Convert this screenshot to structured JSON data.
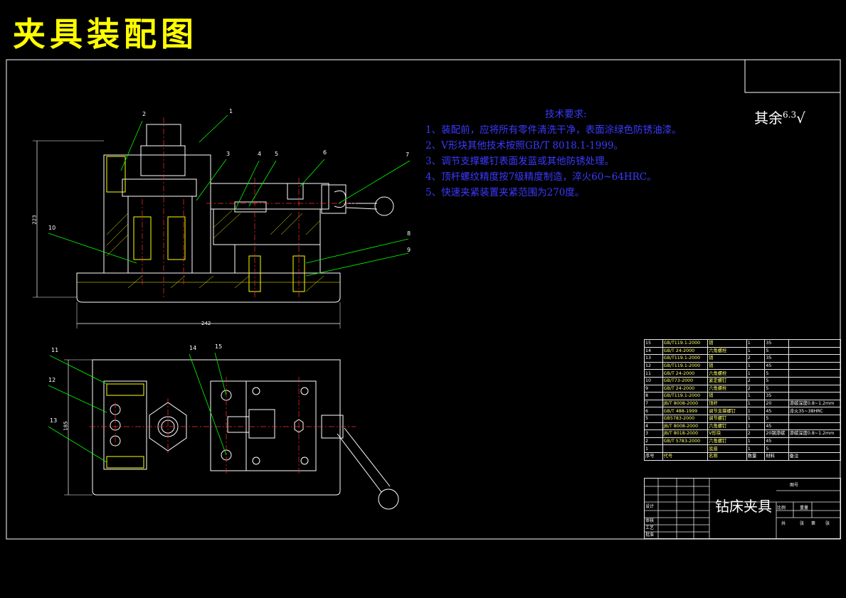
{
  "title": "夹具装配图",
  "tech_requirements": {
    "heading": "技术要求:",
    "items": [
      "1、装配前，应将所有零件清洗干净，表面涂绿色防锈油漆。",
      "2、V形块其他技术按照GB/T 8018.1-1999。",
      "3、调节支撑螺钉表面发蓝或其他防锈处理。",
      "4、顶杆螺纹精度按7级精度制造，淬火60~64HRC。",
      "5、快速夹紧装置夹紧范围为270度。"
    ]
  },
  "roughness": {
    "label": "其余",
    "value": "6.3"
  },
  "dimensions": {
    "overall_width": "242",
    "height": "223",
    "plan_height": "185"
  },
  "part_callouts": [
    "1",
    "2",
    "3",
    "4",
    "5",
    "6",
    "7",
    "8",
    "9",
    "10",
    "11",
    "12",
    "13",
    "14",
    "15"
  ],
  "bom": {
    "rows": [
      [
        "15",
        "GB/T119.1-2000",
        "销",
        "1",
        "35",
        ""
      ],
      [
        "14",
        "GB/T 24-2000",
        "六角螺栓",
        "1",
        "5",
        ""
      ],
      [
        "13",
        "GB/T119.1-2000",
        "销",
        "2",
        "35",
        ""
      ],
      [
        "12",
        "GB/T119.1-2000",
        "销",
        "1",
        "45",
        ""
      ],
      [
        "11",
        "GB/T 24-2000",
        "六角螺栓",
        "1",
        "5",
        ""
      ],
      [
        "10",
        "GB/T73-2000",
        "紧定螺钉",
        "2",
        "5",
        ""
      ],
      [
        "9",
        "GB/T 24-2000",
        "六角螺栓",
        "2",
        "5",
        ""
      ],
      [
        "8",
        "GB/T119.1-2000",
        "销",
        "1",
        "35",
        ""
      ],
      [
        "7",
        "JB/T 8008-2000",
        "顶杆",
        "1",
        "20",
        "渗碳深度0.8~1.2mm"
      ],
      [
        "6",
        "GB/T 488-1999",
        "调节支撑螺钉",
        "1",
        "45",
        "淬火35~38HRC"
      ],
      [
        "5",
        "GB5783-2000",
        "调节螺钉",
        "1",
        "5",
        ""
      ],
      [
        "4",
        "JB/T 8008-2000",
        "六角螺钉",
        "1",
        "45",
        ""
      ],
      [
        "3",
        "JB/T 8018-2000",
        "V形块",
        "2",
        "20钢渗碳",
        "渗碳深度0.8~1.2mm"
      ],
      [
        "2",
        "GB/T 5783-2000",
        "六角螺钉",
        "1",
        "45",
        ""
      ],
      [
        "1",
        "",
        "底座",
        "1",
        "5",
        ""
      ]
    ],
    "header": [
      "序号",
      "代号",
      "名称",
      "数量",
      "材料",
      "备注"
    ]
  },
  "title_block": {
    "name": "钻床夹具",
    "labels": [
      "图号",
      "比例",
      "重量",
      "共",
      "张",
      "第",
      "张",
      "设计",
      "审核",
      "批准",
      "工艺"
    ]
  },
  "colors": {
    "title": "#ffff00",
    "tech": "#3a3aff",
    "outline": "#ffffff",
    "center": "#ff3030",
    "leader": "#00ff00",
    "hatch": "#ffff00"
  }
}
